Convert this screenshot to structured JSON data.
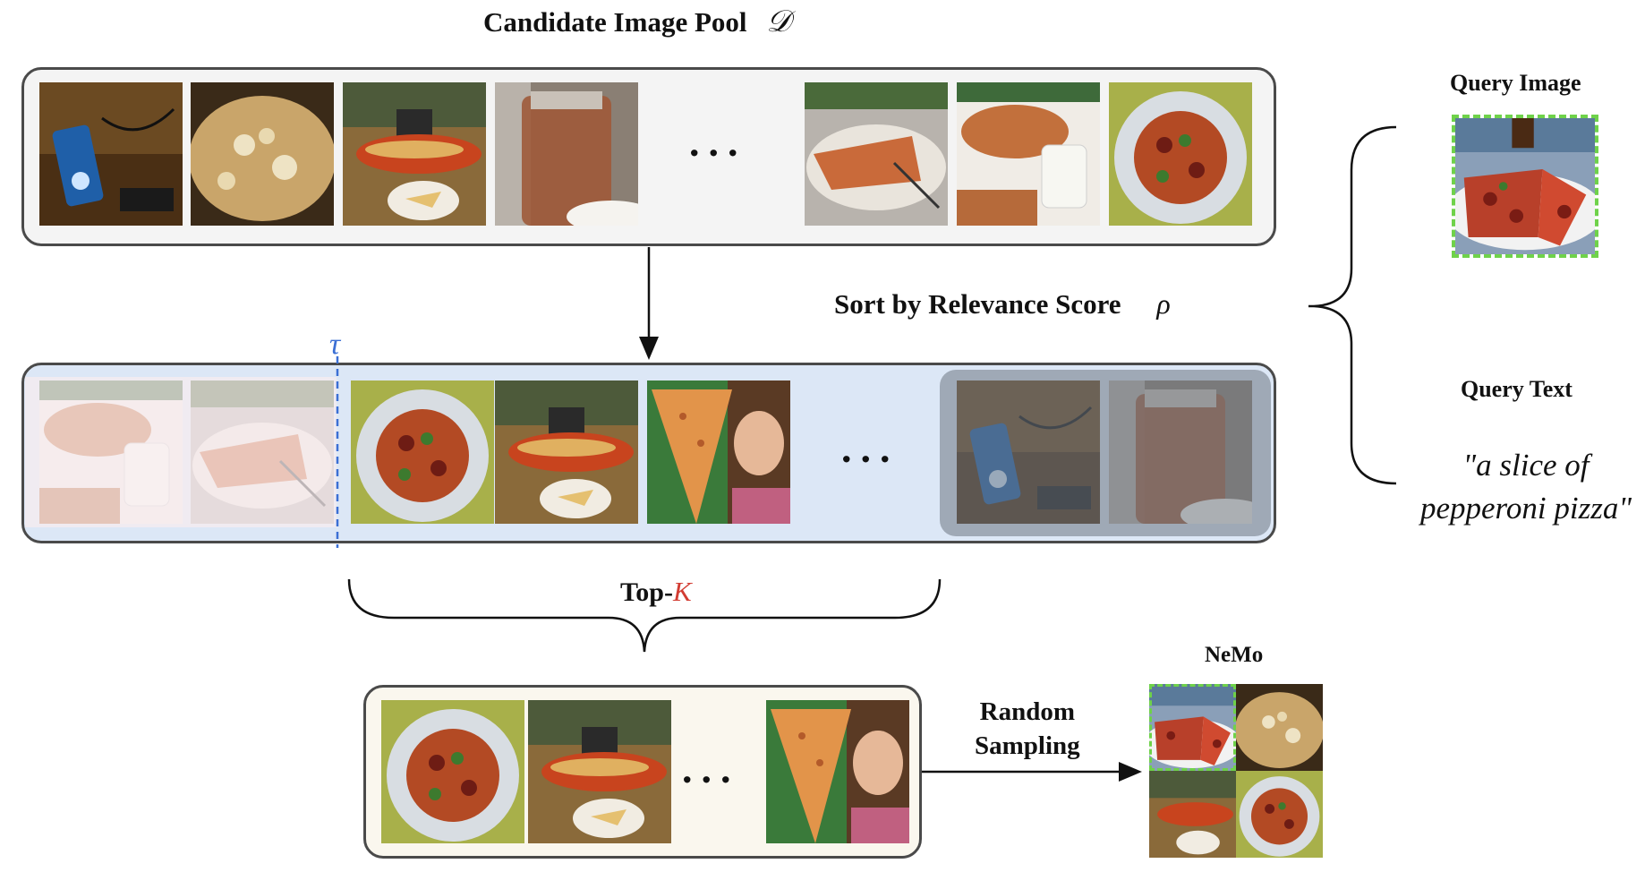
{
  "title": {
    "text": "Candidate Image Pool",
    "symbol": "𝒟"
  },
  "sort_label": {
    "text": "Sort by Relevance Score",
    "symbol": "ρ"
  },
  "threshold_symbol": "τ",
  "topk": {
    "prefix": "Top-",
    "symbol": "K",
    "symbol_color": "#d23c32"
  },
  "query_image_label": "Query Image",
  "query_text_label": "Query Text",
  "query_text": {
    "line1": "\"a slice of",
    "line2": "pepperoni pizza\""
  },
  "random_sampling": {
    "line1": "Random",
    "line2": "Sampling"
  },
  "nemo_label": "NeMo",
  "ellipsis": "...",
  "colors": {
    "threshold_line": "#3b6fd4",
    "highlight_border": "#6fd24a",
    "sorted_box_bg": "#dce7f6",
    "pool_box_bg": "#f4f4f4",
    "topk_box_bg": "#faf7ee"
  },
  "images": {
    "pool": [
      "ipod-on-table",
      "cheese-pizza",
      "pizza-table",
      "iced-drink",
      "pizza-slice-plate",
      "pizza-and-drink",
      "pepperoni-pizza-plate"
    ],
    "sorted": [
      "pizza-and-drink",
      "pizza-slice-plate",
      "pepperoni-pizza-plate",
      "pizza-table",
      "girl-with-pizza-slice",
      "ipod-on-table",
      "iced-drink"
    ],
    "topk": [
      "pepperoni-pizza-plate",
      "pizza-table",
      "girl-with-pizza-slice"
    ],
    "query": "pepperoni-pizza-slices",
    "nemo": [
      "pepperoni-pizza-slices",
      "cheese-pizza",
      "pizza-table",
      "pepperoni-pizza-plate"
    ]
  }
}
